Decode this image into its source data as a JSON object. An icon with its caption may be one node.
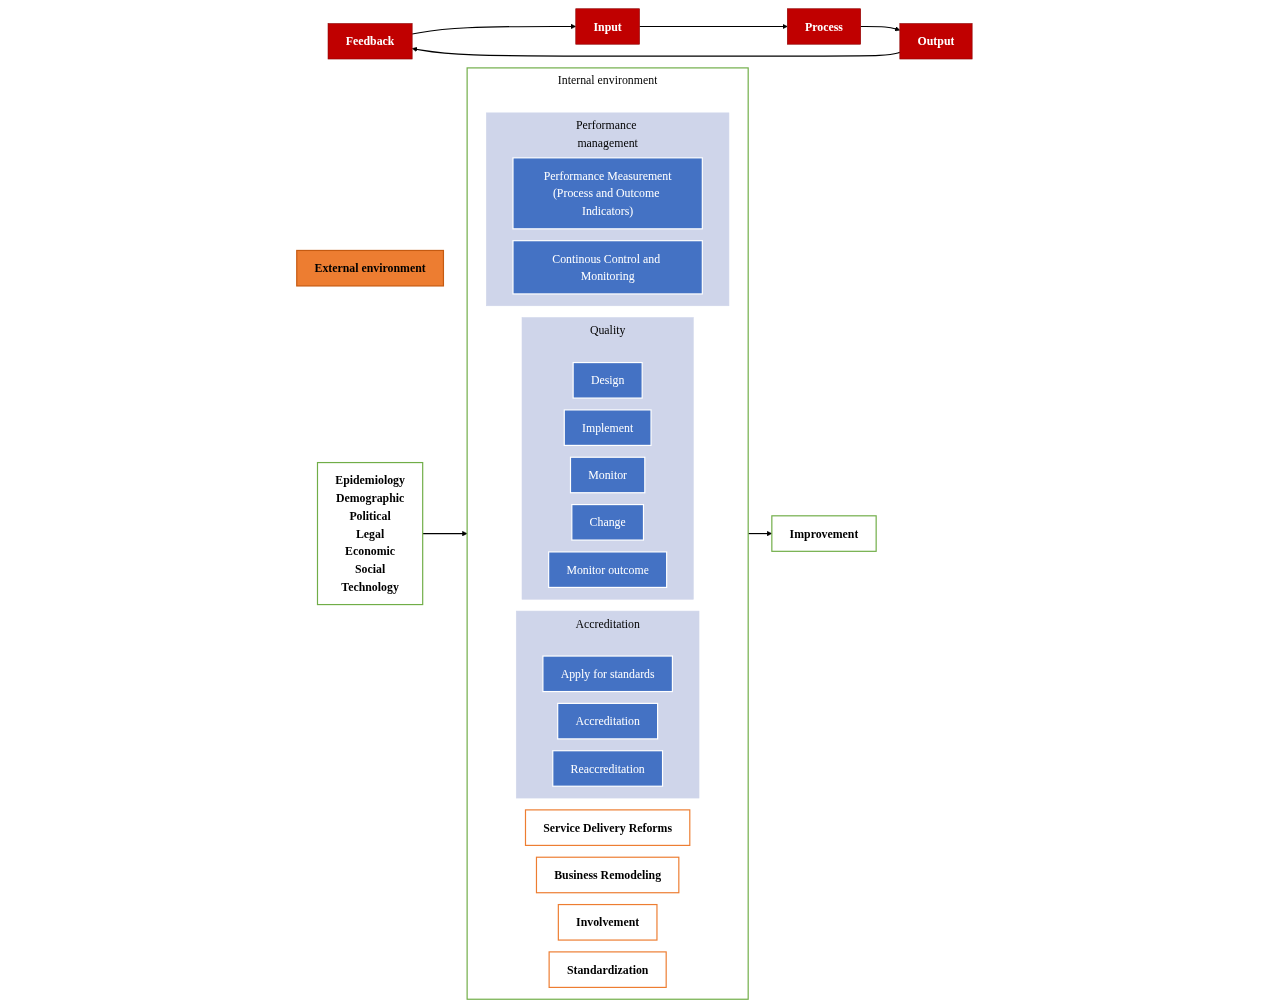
{
  "diagram": {
    "nodes": [
      {
        "text": [
          "Feedback"
        ]
      },
      {
        "text": [
          "Input"
        ]
      },
      {
        "text": [
          "Process"
        ]
      },
      {
        "text": [
          "Output"
        ]
      },
      {
        "text": [
          "Internal environment"
        ]
      },
      {
        "text": [
          "Service Delivery Reforms"
        ],
        "in": 4
      },
      {
        "text": [
          "Business Remodeling"
        ],
        "in": 4
      },
      {
        "text": [
          "Accreditation"
        ],
        "in": 4
      },
      {
        "text": [
          "Apply for standards"
        ],
        "in": 7
      },
      {
        "text": [
          "Accreditation"
        ],
        "in": 7
      },
      {
        "text": [
          "Reaccreditation"
        ],
        "in": 7
      },
      {
        "text": [
          "Quality"
        ],
        "in": 4
      },
      {
        "text": [
          "Design"
        ],
        "in": 11
      },
      {
        "text": [
          "Implement"
        ],
        "in": 11
      },
      {
        "text": [
          "Monitor"
        ],
        "in": 11
      },
      {
        "text": [
          "Change"
        ],
        "in": 11
      },
      {
        "text": [
          "Monitor outcome"
        ],
        "in": 11
      },
      {
        "text": [
          "Performance management"
        ],
        "in": 4
      },
      {
        "text": [
          "Performance Measurement",
          "(Process and Outcome Indicators)"
        ],
        "in": 17
      },
      {
        "text": [
          "Continous Control and Monitoring"
        ],
        "in": 17
      },
      {
        "text": [
          "Involvement"
        ],
        "in": 4
      },
      {
        "text": [
          "Standardization"
        ],
        "in": 4
      },
      {
        "text": [
          "External environment"
        ]
      },
      {
        "text": [
          "Epidemiology",
          "Demographic",
          "Political",
          "Legal",
          "Economic",
          "Social",
          "Technology"
        ]
      },
      {
        "text": [
          "Improvement"
        ]
      }
    ],
    "edges": [
      {
        "from": 1,
        "to": 2,
        "arrow": "to"
      },
      {
        "from": 2,
        "to": 3,
        "arrow": "to"
      },
      {
        "from": 3,
        "to": 0,
        "arrow": "to"
      },
      {
        "from": 0,
        "to": 1,
        "arrow": "to"
      },
      {
        "from": 23,
        "to": 4,
        "arrow": "to"
      },
      {
        "from": 4,
        "to": 24,
        "arrow": "to"
      }
    ]
  }
}
